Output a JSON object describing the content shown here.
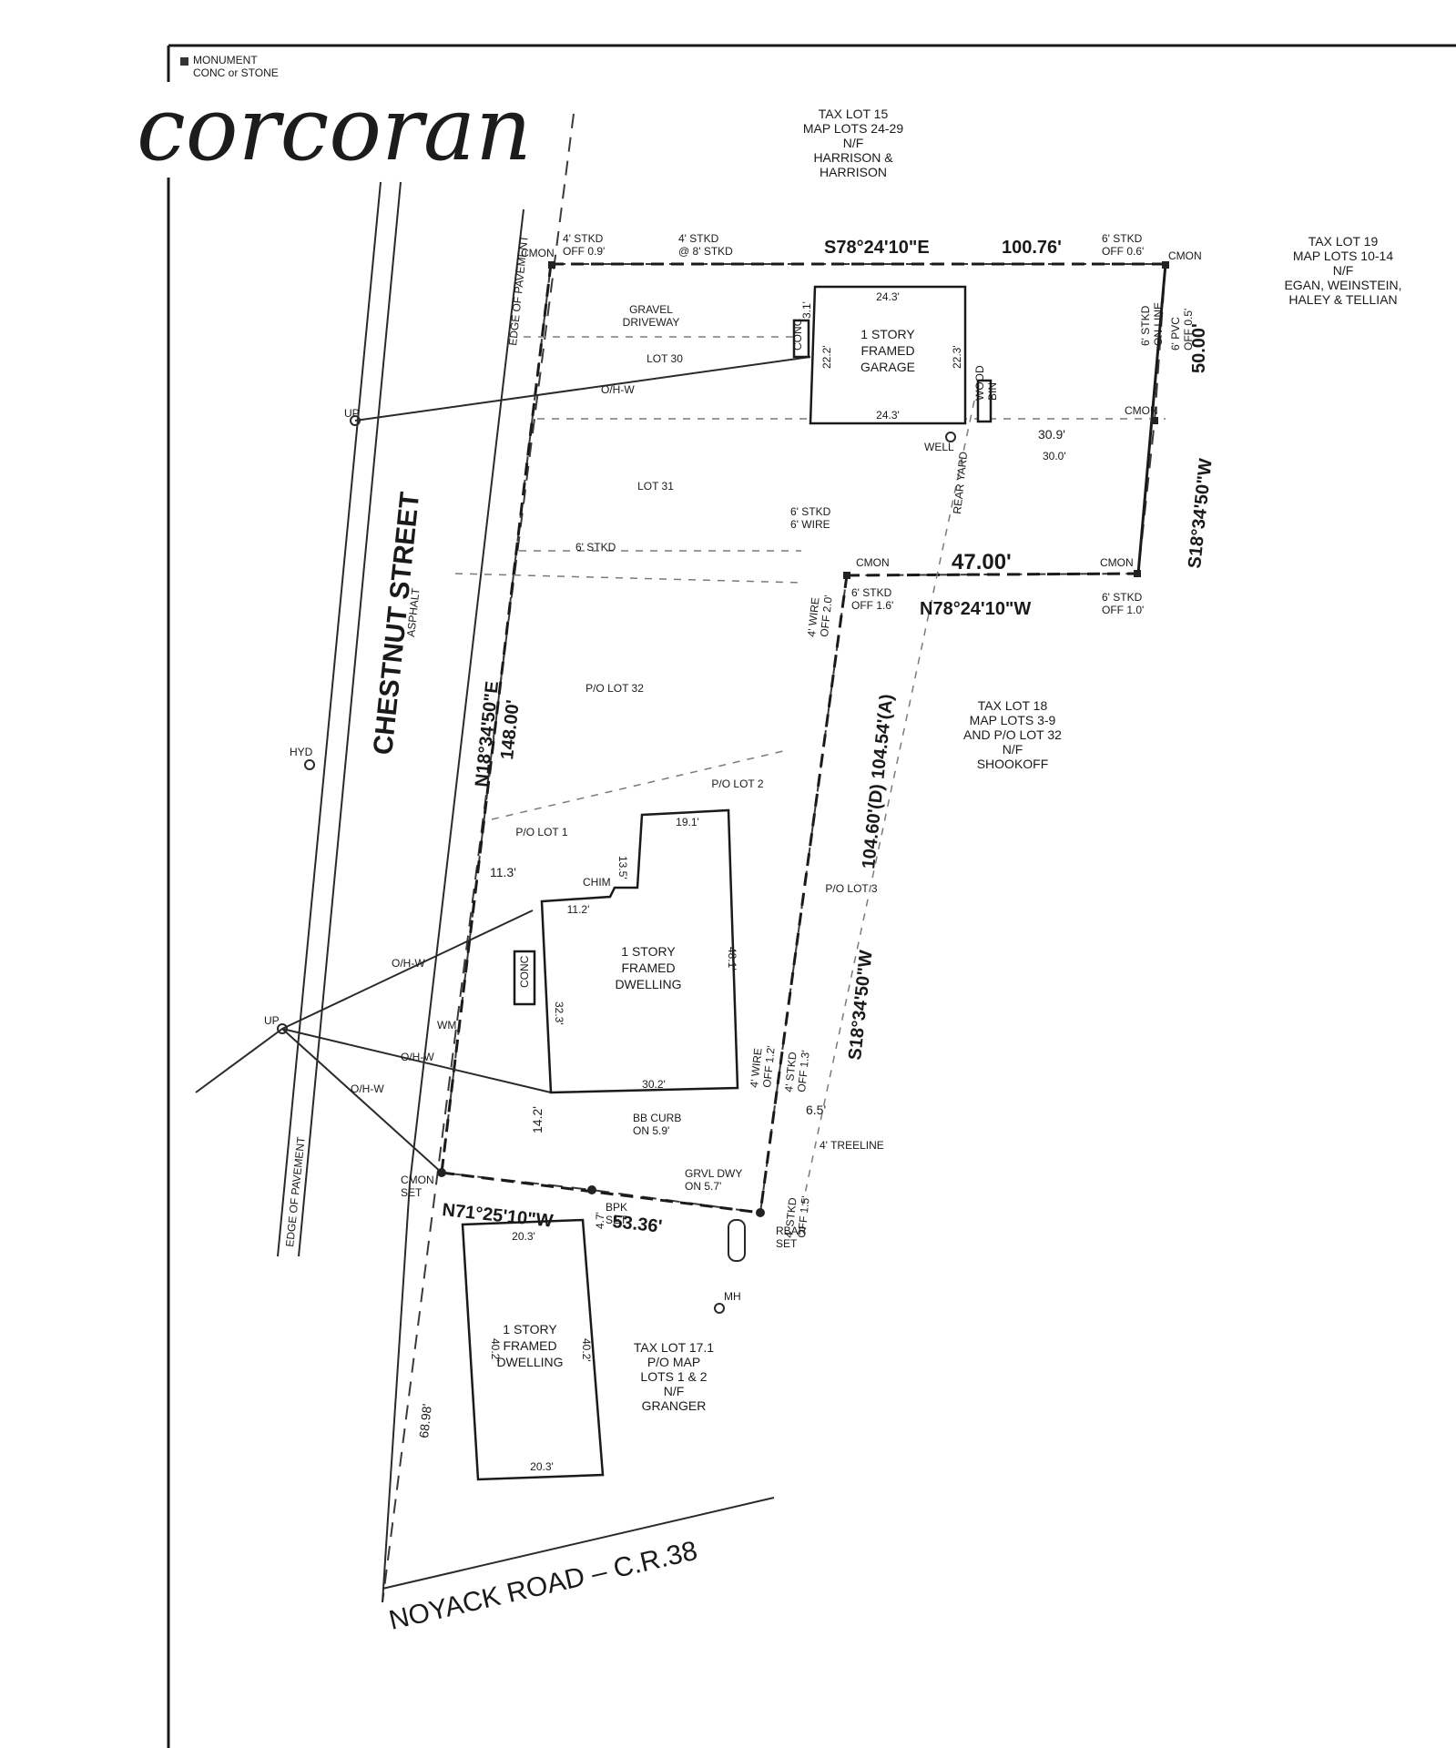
{
  "brand": {
    "name": "corcoran"
  },
  "legend": {
    "line1": "MONUMENT",
    "line2": "CONC or STONE"
  },
  "streets": {
    "chestnut": "CHESTNUT STREET",
    "chestnut_surface": "ASPHALT",
    "noyack": "NOYACK ROAD – C.R.38"
  },
  "neighbors": {
    "n15": [
      "TAX LOT 15",
      "MAP LOTS 24-29",
      "N/F",
      "HARRISON &",
      "HARRISON"
    ],
    "n19": [
      "TAX LOT 19",
      "MAP LOTS 10-14",
      "N/F",
      "EGAN, WEINSTEIN,",
      "HALEY & TELLIAN"
    ],
    "n18": [
      "TAX LOT 18",
      "MAP LOTS 3-9",
      "AND P/O LOT 32",
      "N/F",
      "SHOOKOFF"
    ],
    "n17": [
      "TAX LOT 17.1",
      "P/O MAP",
      "LOTS 1 & 2",
      "N/F",
      "GRANGER"
    ]
  },
  "bearings": {
    "top": "S78°24'10\"E",
    "top_dist": "100.76'",
    "east": "50.00'",
    "east_bear": "S18°34'50\"W",
    "mid": "47.00'",
    "mid_bear": "N78°24'10\"W",
    "west_bear": "N18°34'50\"E",
    "west_dist": "148.00'",
    "se_dist": "104.60'(D) 104.54'(A)",
    "se_bear": "S18°34'50\"W",
    "south_bear": "N71°25'10\"W",
    "south_dist": "53.36'",
    "sw_dist": "68.98'"
  },
  "buildings": {
    "garage": [
      "1 STORY",
      "FRAMED",
      "GARAGE"
    ],
    "dwelling": [
      "1 STORY",
      "FRAMED",
      "DWELLING"
    ],
    "dwelling2": [
      "1 STORY",
      "FRAMED",
      "DWELLING"
    ]
  },
  "lots": {
    "lot30": "LOT 30",
    "lot31": "LOT 31",
    "lot32": "P/O LOT 32",
    "lot2": "P/O LOT 2",
    "lot1": "P/O LOT 1",
    "lot3": "P/O LOT 3",
    "gravel": [
      "GRAVEL",
      "DRIVEWAY"
    ]
  },
  "dims": {
    "g_top": "24.3'",
    "g_bot": "24.3'",
    "g_left": "22.2'",
    "g_right": "22.3'",
    "d_top": "19.1'",
    "d_right": "48.1'",
    "d_left": "32.3'",
    "d_bot": "30.2'",
    "d_step": "11.2'",
    "d_notch": "13.5'",
    "dw2_top": "20.3'",
    "dw2_bot": "20.3'",
    "dw2_left": "40.2'",
    "dw2_right": "40.2'",
    "off_113": "11.3'",
    "off_309": "30.9'",
    "off_300": "30.0'",
    "off_142": "14.2'",
    "off_65": "6.5'",
    "off_47": "4.7'",
    "off_31": "3.1'"
  },
  "notes": {
    "cmon": "CMON",
    "cmon_set": [
      "CMON",
      "SET"
    ],
    "stkd_off09": [
      "4' STKD",
      "OFF 0.9'"
    ],
    "stkd_8": [
      "4' STKD",
      "@ 8' STKD"
    ],
    "stkd_off06": [
      "6' STKD",
      "OFF 0.6'"
    ],
    "stkd_online": [
      "6' STKD",
      "ON LINE"
    ],
    "pvc": [
      "6' PVC",
      "OFF 0.5'"
    ],
    "stkd6": "6' STKD",
    "wire": [
      "6' STKD",
      "6' WIRE"
    ],
    "stkd_off16": [
      "6' STKD",
      "OFF 1.6'"
    ],
    "stkd_off10": [
      "6' STKD",
      "OFF 1.0'"
    ],
    "wire_off20": [
      "4' WIRE",
      "OFF 2.0'"
    ],
    "stkd_off13": [
      "4' STKD",
      "OFF 1.3'"
    ],
    "wire_off12": [
      "4' WIRE",
      "OFF 1.2'"
    ],
    "bb_curb": [
      "BB CURB",
      "ON 5.9'"
    ],
    "grvl_dwy": [
      "GRVL DWY",
      "ON 5.7'"
    ],
    "treeline": "4' TREELINE",
    "stkd_off15": [
      "4' STKD",
      "OFF 1.5'"
    ],
    "bpk_set": [
      "BPK",
      "SET"
    ],
    "rbar_set": [
      "RBAR",
      "SET"
    ],
    "well": "WELL",
    "wood_bin": [
      "WOOD",
      "BIN"
    ],
    "rear_yard": "REAR YARD",
    "conc": "CONC",
    "chim": "CHIM",
    "wm": "WM",
    "mh": "MH",
    "hyd": "HYD",
    "up": "UP",
    "ohw": "O/H-W",
    "edge_pav": "EDGE OF PAVEMENT"
  }
}
